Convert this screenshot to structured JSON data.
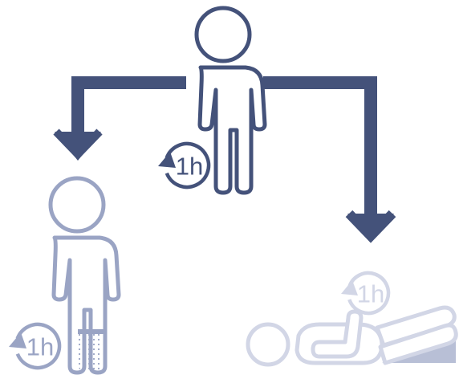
{
  "colors": {
    "primary": "#44527a",
    "secondary": "#9aa4c4",
    "tertiary": "#d2d6e6",
    "leg_fill": "#9aa4c4",
    "background": "#ffffff"
  },
  "center_figure": {
    "timer_label": "1h",
    "icon": "standing-person-icon"
  },
  "left_figure": {
    "timer_label": "1h",
    "icon": "standing-person-with-compression-stocking-icon"
  },
  "right_figure": {
    "timer_label": "1h",
    "icon": "reclining-person-with-leg-elevation-icon"
  },
  "arrows": [
    "arrow-down-left-icon",
    "arrow-down-right-icon"
  ]
}
